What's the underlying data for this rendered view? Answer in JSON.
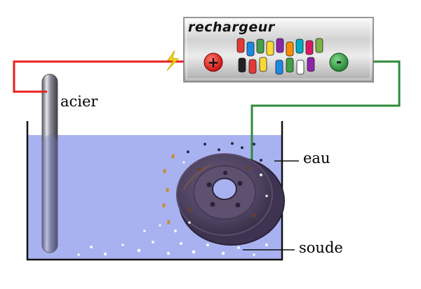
{
  "charger": {
    "title": "rechargeur",
    "plus": "+",
    "minus": "-"
  },
  "labels": {
    "steel": "acier",
    "water": "eau",
    "soda": "soude"
  },
  "colors": {
    "positive_wire": "#e8201e",
    "negative_wire": "#2f8a3a",
    "solution": "#a9b2f0",
    "positive_terminal": "#e31212",
    "negative_terminal": "#2a9a3c",
    "spark": "#f2d21a"
  }
}
